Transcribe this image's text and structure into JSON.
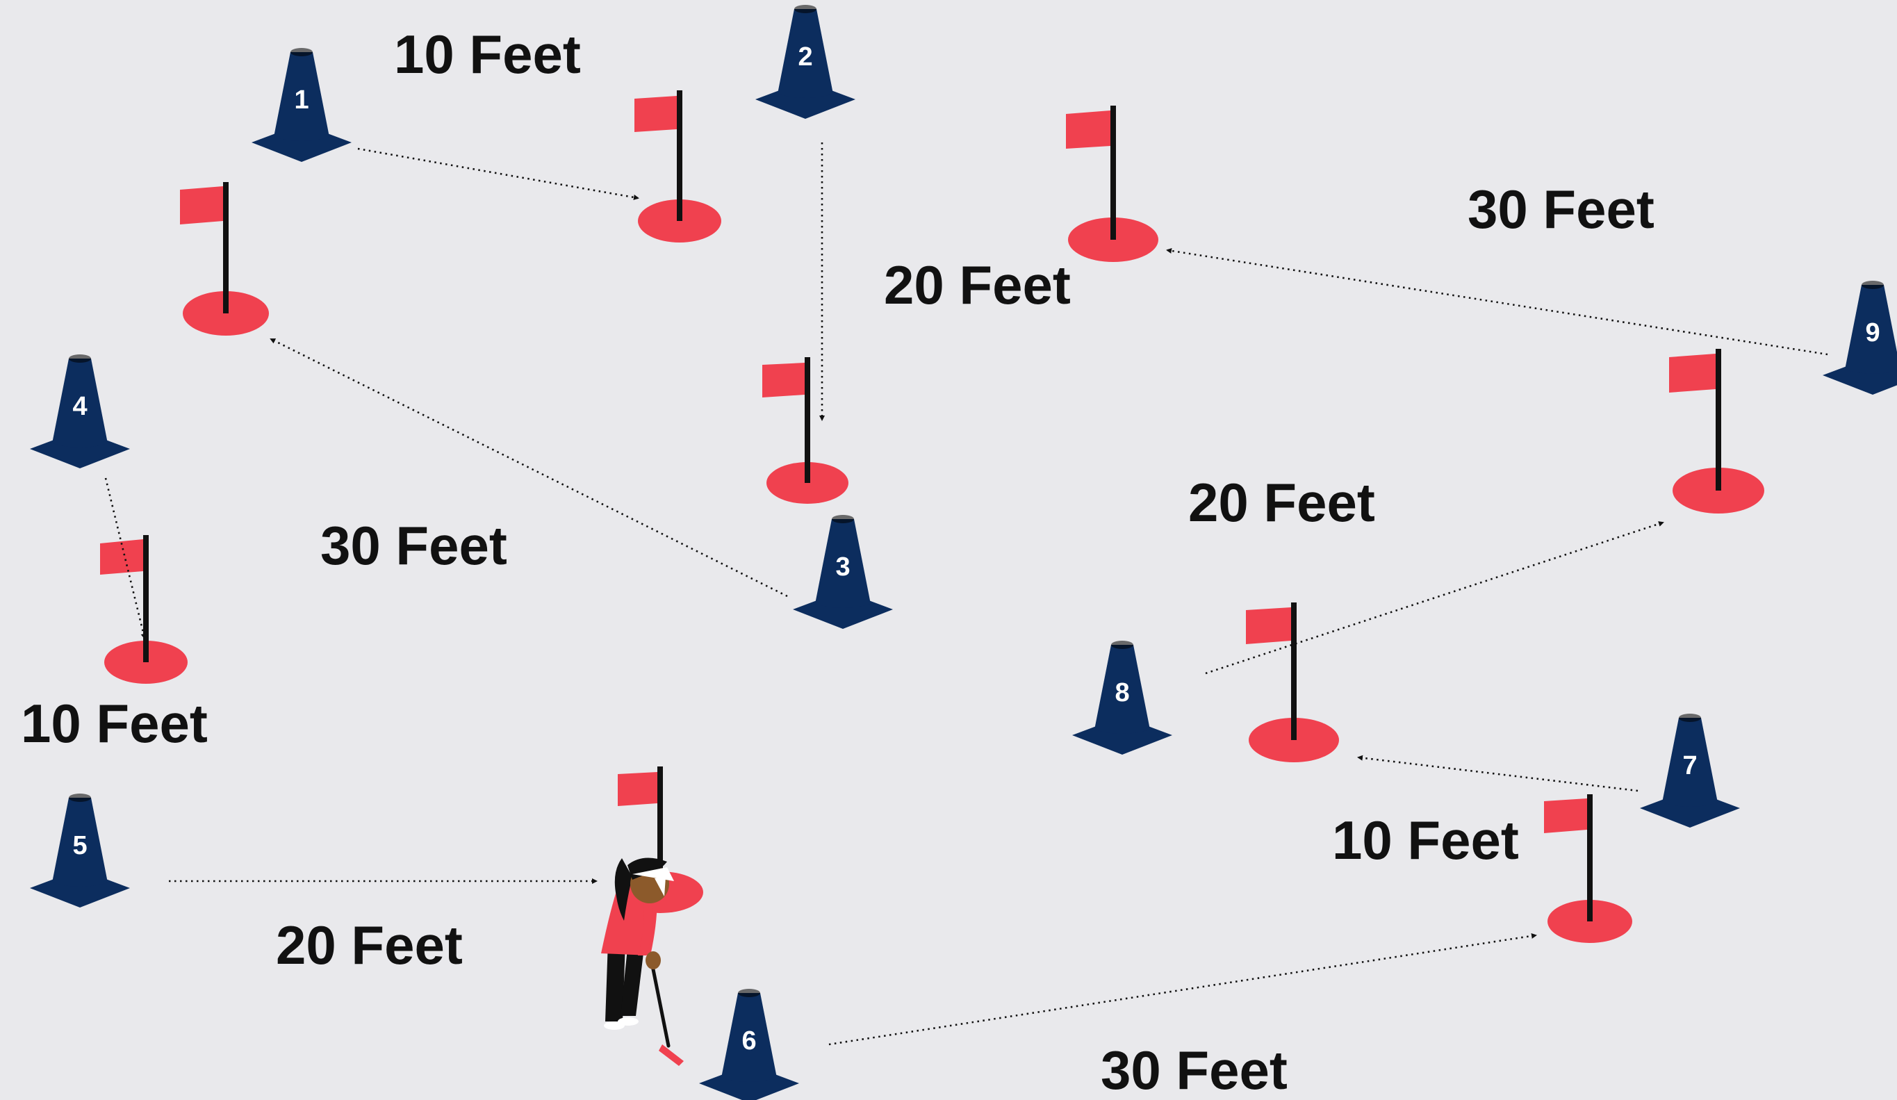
{
  "colors": {
    "background": "#e9e9ec",
    "cone": "#0c2d5e",
    "flag": "#f0414f",
    "hole": "#f0414f",
    "pole": "#111111",
    "text": "#111111"
  },
  "icons": {
    "cone": "traffic-cone-icon",
    "flag": "golf-flag-icon",
    "player": "golfer-putting-icon"
  },
  "stations": [
    {
      "number": "1",
      "distance": "10 Feet"
    },
    {
      "number": "2",
      "distance": "20 Feet"
    },
    {
      "number": "3",
      "distance": "30 Feet"
    },
    {
      "number": "4",
      "distance": "10 Feet"
    },
    {
      "number": "5",
      "distance": "20 Feet"
    },
    {
      "number": "6",
      "distance": "30 Feet"
    },
    {
      "number": "7",
      "distance": "10 Feet"
    },
    {
      "number": "8",
      "distance": "20 Feet"
    },
    {
      "number": "9",
      "distance": "30 Feet"
    }
  ]
}
